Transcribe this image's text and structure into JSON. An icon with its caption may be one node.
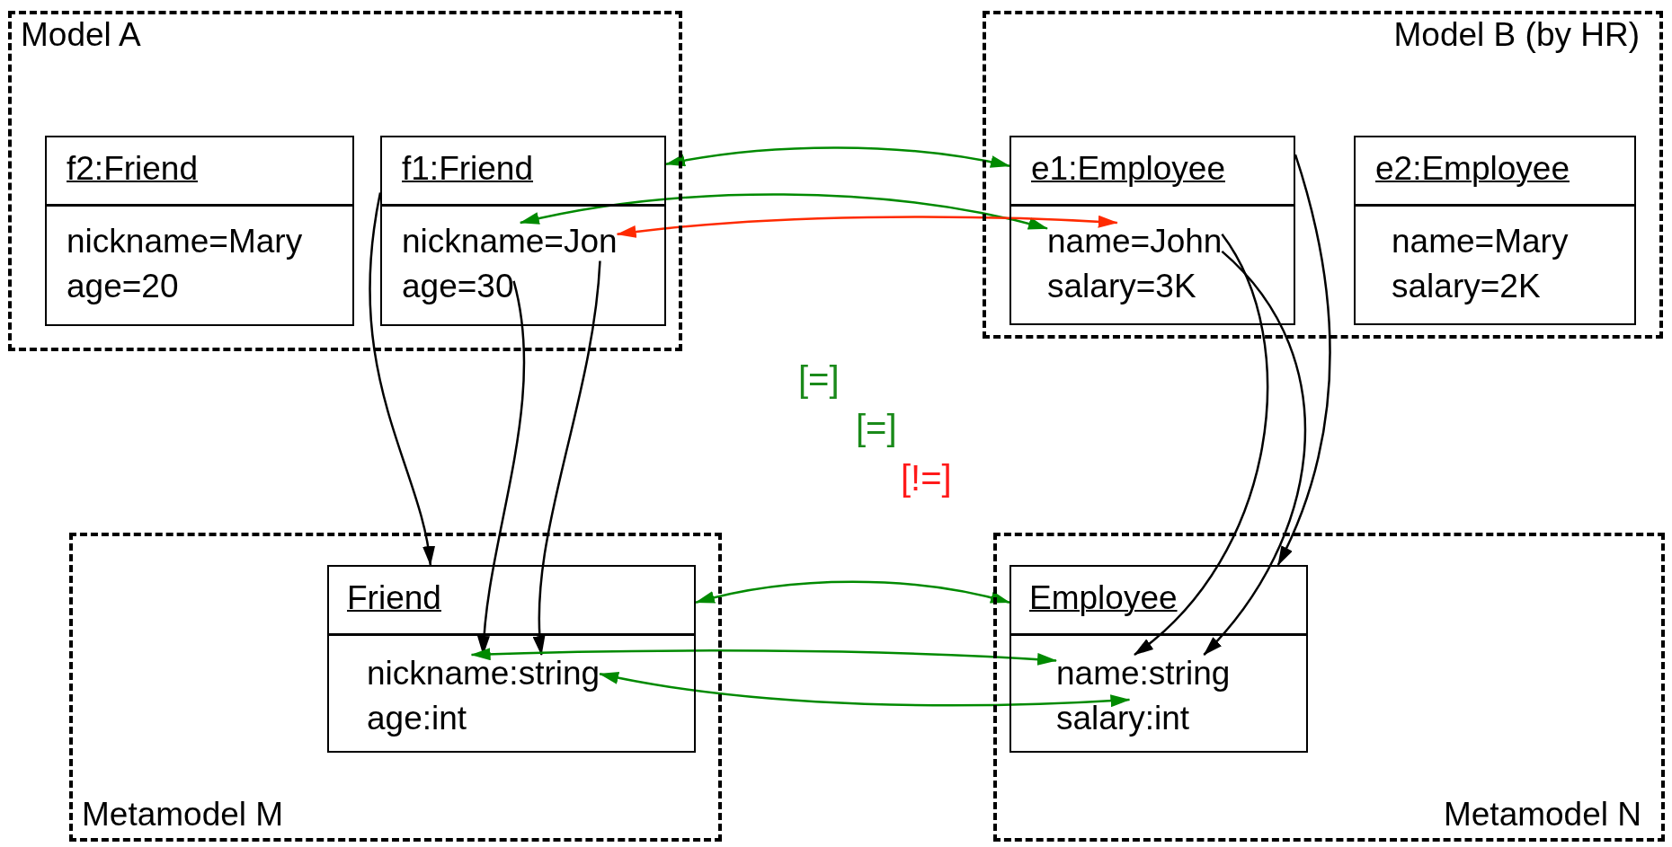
{
  "diagram": {
    "nodes": [
      {
        "text": [
          "Model A"
        ]
      },
      {
        "text": [
          "f2:Friend"
        ],
        "in": 0
      },
      {
        "text": [
          "nickname=Mary"
        ],
        "in": 1
      },
      {
        "text": [
          "age=20"
        ],
        "in": 1
      },
      {
        "text": [
          "f1:Friend"
        ],
        "in": 0
      },
      {
        "text": [
          "nickname=Jon"
        ],
        "in": 4
      },
      {
        "text": [
          "age=30"
        ],
        "in": 4
      },
      {
        "text": [
          "Model B (by HR)"
        ]
      },
      {
        "text": [
          "e1:Employee"
        ],
        "in": 7
      },
      {
        "text": [
          "name=John"
        ],
        "in": 8
      },
      {
        "text": [
          "salary=3K"
        ],
        "in": 8
      },
      {
        "text": [
          "e2:Employee"
        ],
        "in": 7
      },
      {
        "text": [
          "name=Mary"
        ],
        "in": 11
      },
      {
        "text": [
          "salary=2K"
        ],
        "in": 11
      },
      {
        "text": [
          "Metamodel M"
        ]
      },
      {
        "text": [
          "Friend"
        ],
        "in": 14
      },
      {
        "text": [
          "nickname:string"
        ],
        "in": 15
      },
      {
        "text": [
          "age:int"
        ],
        "in": 15
      },
      {
        "text": [
          "Metamodel N"
        ]
      },
      {
        "text": [
          "Employee"
        ],
        "in": 18
      },
      {
        "text": [
          "name:string"
        ],
        "in": 19
      },
      {
        "text": [
          "salary:int"
        ],
        "in": 19
      }
    ],
    "edges": [
      {
        "from": 4,
        "to": 15,
        "arrow": "to"
      },
      {
        "from": 5,
        "to": 16,
        "arrow": "to"
      },
      {
        "from": 6,
        "to": 16,
        "arrow": "to"
      },
      {
        "from": 8,
        "to": 19,
        "arrow": "to"
      },
      {
        "from": 9,
        "to": 20,
        "arrow": "to"
      },
      {
        "from": 9,
        "to": 20,
        "arrow": "to"
      },
      {
        "from": 4,
        "to": 8,
        "arrow": "both",
        "color": "#008a00"
      },
      {
        "from": 5,
        "to": 9,
        "arrow": "both",
        "color": "#008a00"
      },
      {
        "from": 5,
        "to": 9,
        "arrow": "both",
        "color": "#ff2a00"
      },
      {
        "from": 15,
        "to": 19,
        "arrow": "both",
        "color": "#008a00"
      },
      {
        "from": 16,
        "to": 20,
        "arrow": "both",
        "color": "#008a00"
      },
      {
        "from": 16,
        "to": 21,
        "arrow": "both",
        "color": "#008a00"
      }
    ],
    "labels": [
      "[=]",
      "[=]",
      "[!=]"
    ]
  }
}
